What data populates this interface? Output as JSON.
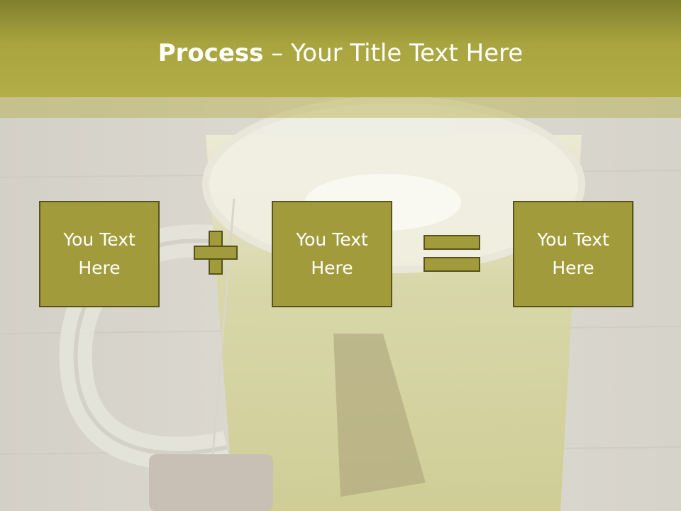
{
  "slide": {
    "title_bold": "Process",
    "title_rest": " – Your Title Text Here"
  },
  "boxes": [
    {
      "text": "You Text Here"
    },
    {
      "text": "You Text Here"
    },
    {
      "text": "You Text Here"
    }
  ],
  "operators": [
    "plus-icon",
    "equals-icon"
  ],
  "colors": {
    "header": "#b3ae46",
    "box_fill": "#a19b3b",
    "box_border": "#56531c",
    "text": "#ffffff"
  }
}
